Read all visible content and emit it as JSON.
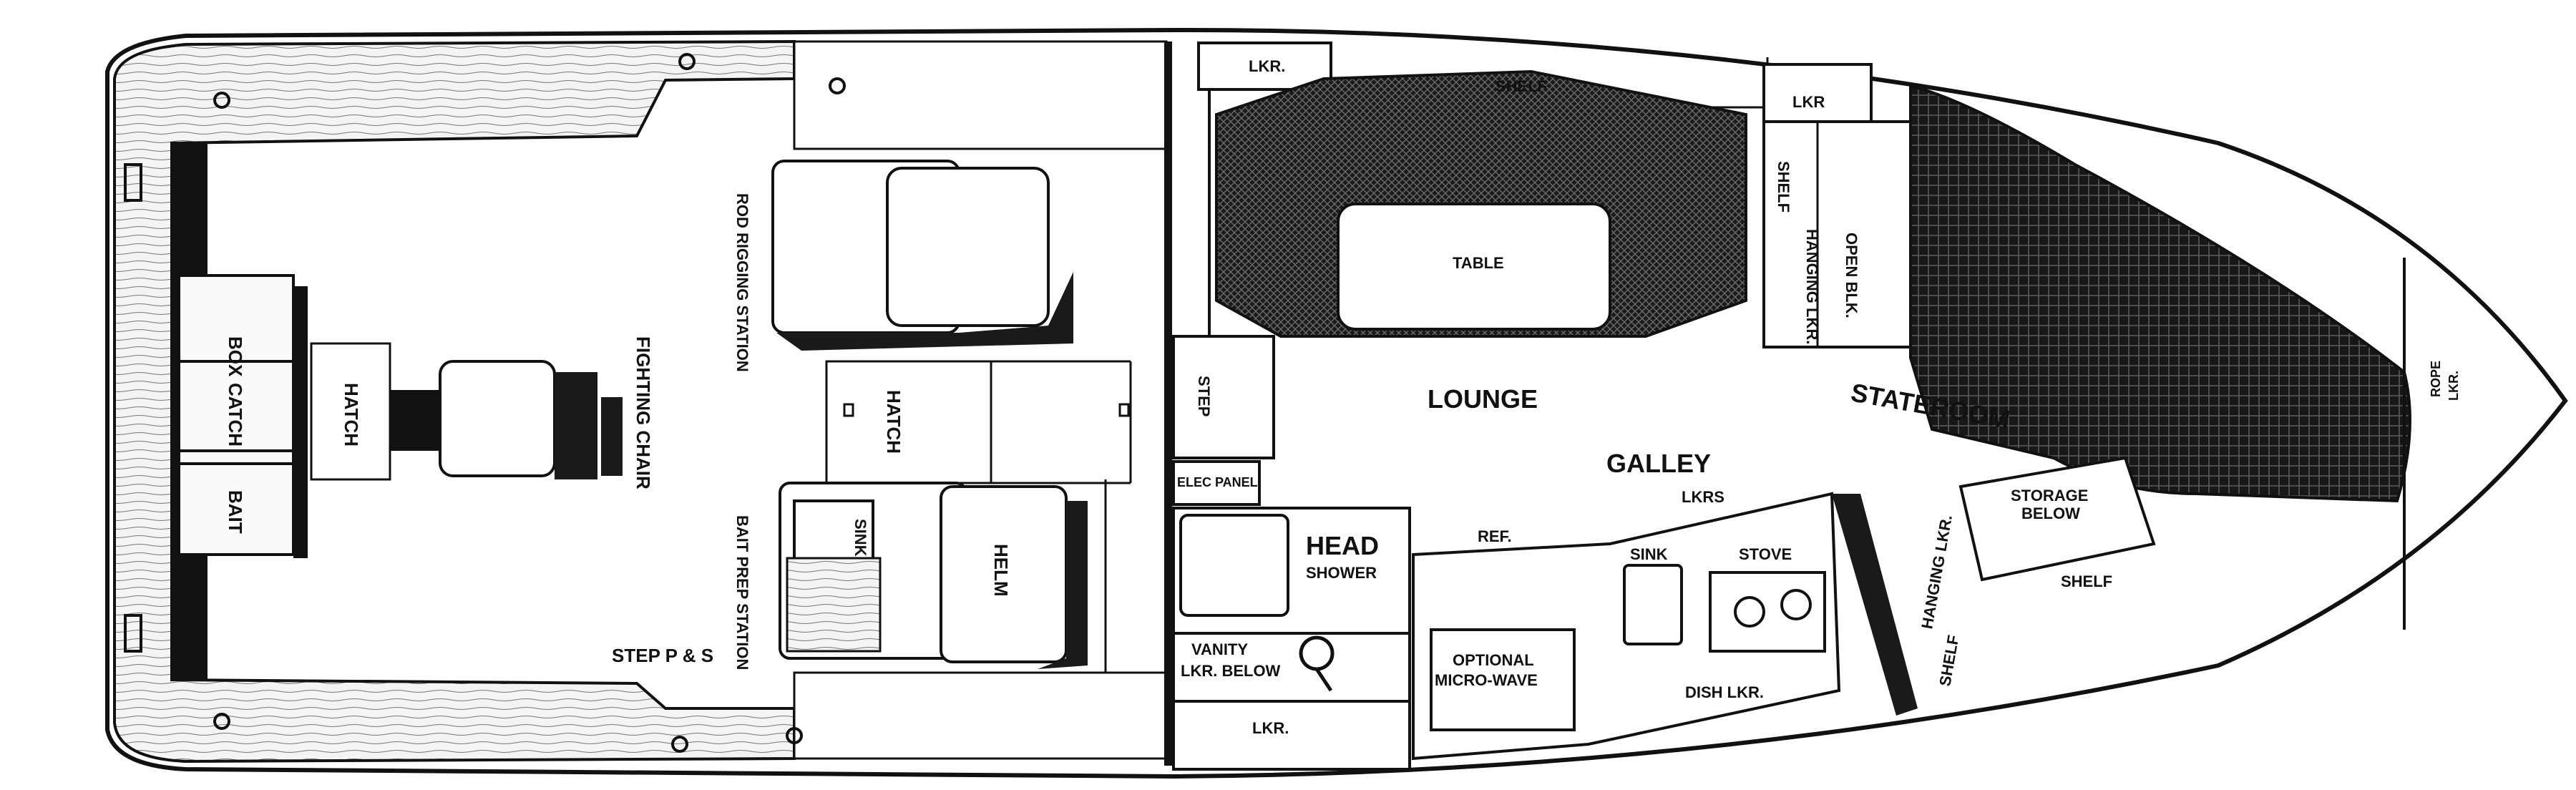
{
  "labels": {
    "box": "BOX",
    "catch": "CATCH",
    "bait": "BAIT",
    "hatch_aft": "HATCH",
    "fighting_chair": "FIGHTING CHAIR",
    "rod_rigging_station": "ROD RIGGING STATION",
    "hatch_mid": "HATCH",
    "bait_prep_station": "BAIT PREP STATION",
    "sink_cockpit": "SINK",
    "helm": "HELM",
    "step_ps": "STEP P & S",
    "lkr_top": "LKR.",
    "shelf_top": "SHELF",
    "table": "TABLE",
    "step": "STEP",
    "elec_panel": "ELEC PANEL",
    "lounge": "LOUNGE",
    "galley": "GALLEY",
    "lkrs": "LKRS",
    "ref": "REF.",
    "head": "HEAD",
    "shower": "SHOWER",
    "vanity": "VANITY",
    "lkr_below": "LKR. BELOW",
    "lkr_bottom": "LKR.",
    "optional": "OPTIONAL",
    "microwave": "MICRO-WAVE",
    "sink_galley": "SINK",
    "stove": "STOVE",
    "dish_lkr": "DISH LKR.",
    "lkr_fwd": "LKR",
    "shelf_fwd_vertical": "SHELF",
    "hanging_lkr_upper": "HANGING LKR.",
    "open_blk": "OPEN BLK.",
    "stateroom": "STATEROOM",
    "hanging_lkr_lower": "HANGING LKR.",
    "shelf_lower_vertical": "SHELF",
    "storage": "STORAGE",
    "below": "BELOW",
    "shelf_bottom": "SHELF",
    "rope": "ROPE",
    "rope_lkr": "LKR."
  }
}
